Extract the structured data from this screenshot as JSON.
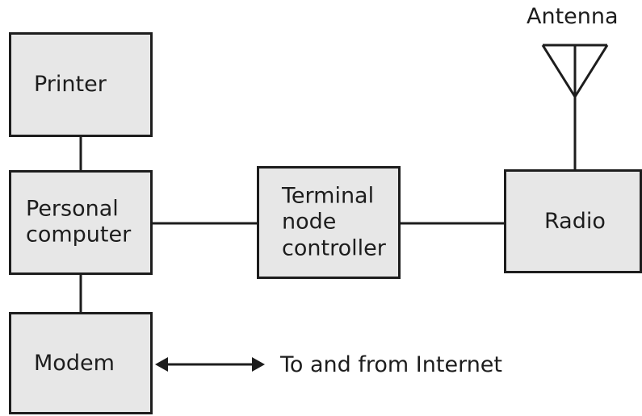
{
  "diagram": {
    "printer": {
      "label": "Printer"
    },
    "personal_computer": {
      "label": "Personal\ncomputer"
    },
    "modem": {
      "label": "Modem"
    },
    "terminal_node_controller": {
      "label": "Terminal\nnode\ncontroller"
    },
    "radio": {
      "label": "Radio"
    },
    "antenna": {
      "label": "Antenna"
    },
    "internet_link": {
      "label": "To and from Internet"
    }
  },
  "colors": {
    "box_fill": "#e7e7e7",
    "line": "#1d1d1d"
  }
}
